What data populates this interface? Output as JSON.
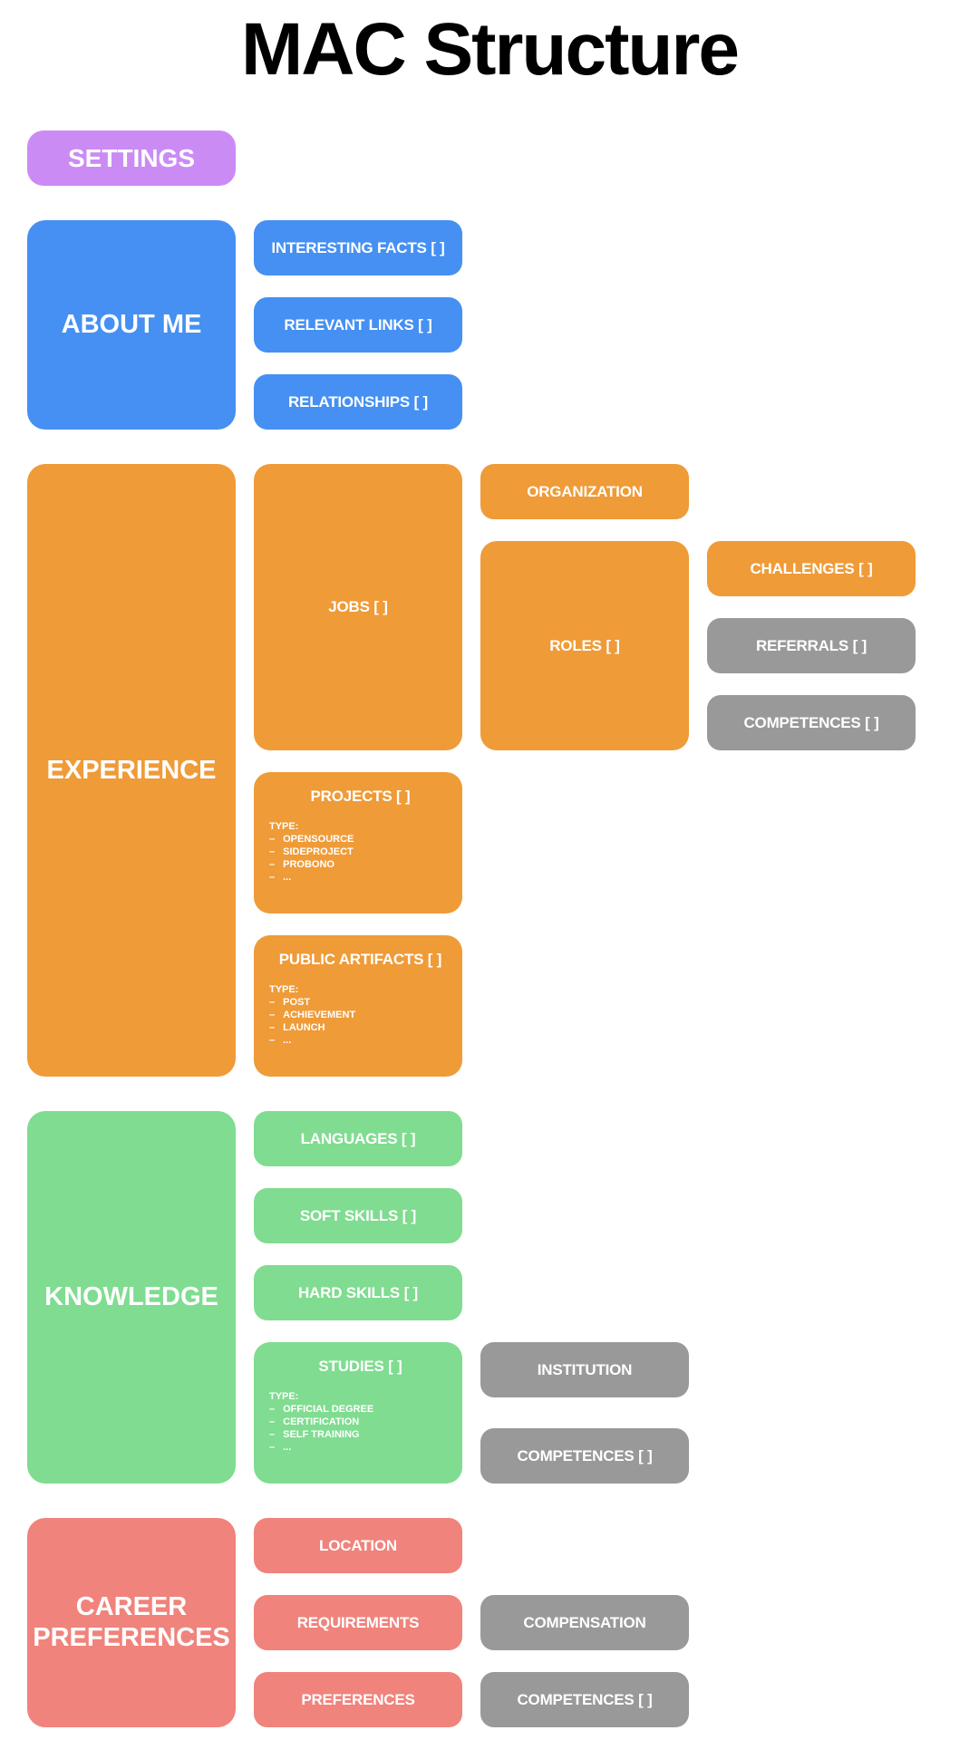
{
  "title": "MAC Structure",
  "bullet": "–",
  "palette": {
    "purple": "#CB8BF5",
    "blue": "#4590F2",
    "orange": "#EF9B38",
    "green": "#80DC90",
    "salmon": "#F0837C",
    "gray": "#999999"
  },
  "settings": {
    "label": "SETTINGS"
  },
  "about": {
    "label": "ABOUT ME",
    "children": [
      {
        "label": "INTERESTING FACTS [ ]"
      },
      {
        "label": "RELEVANT LINKS [ ]"
      },
      {
        "label": "RELATIONSHIPS [ ]"
      }
    ]
  },
  "experience": {
    "label": "EXPERIENCE",
    "jobs": {
      "label": "JOBS [ ]"
    },
    "organization": {
      "label": "ORGANIZATION"
    },
    "roles": {
      "label": "ROLES [ ]"
    },
    "roles_children": [
      {
        "label": "CHALLENGES [ ]"
      },
      {
        "label": "REFERRALS [ ]"
      },
      {
        "label": "COMPETENCES [ ]"
      }
    ],
    "projects": {
      "label": "PROJECTS [ ]",
      "type_heading": "TYPE:",
      "types": [
        "OPENSOURCE",
        "SIDEPROJECT",
        "PROBONO",
        "..."
      ]
    },
    "public_artifacts": {
      "label": "PUBLIC ARTIFACTS [ ]",
      "type_heading": "TYPE:",
      "types": [
        "POST",
        "ACHIEVEMENT",
        "LAUNCH",
        "..."
      ]
    }
  },
  "knowledge": {
    "label": "KNOWLEDGE",
    "children": [
      {
        "label": "LANGUAGES [ ]"
      },
      {
        "label": "SOFT SKILLS [ ]"
      },
      {
        "label": "HARD SKILLS [ ]"
      }
    ],
    "studies": {
      "label": "STUDIES [ ]",
      "type_heading": "TYPE:",
      "types": [
        "OFFICIAL DEGREE",
        "CERTIFICATION",
        "SELF TRAINING",
        "..."
      ]
    },
    "studies_children": [
      {
        "label": "INSTITUTION"
      },
      {
        "label": "COMPETENCES [ ]"
      }
    ]
  },
  "career": {
    "label": "CAREER PREFERENCES",
    "children": [
      {
        "label": "LOCATION"
      },
      {
        "label": "REQUIREMENTS"
      },
      {
        "label": "PREFERENCES"
      }
    ],
    "linked": [
      {
        "label": "COMPENSATION"
      },
      {
        "label": "COMPETENCES [ ]"
      }
    ]
  }
}
